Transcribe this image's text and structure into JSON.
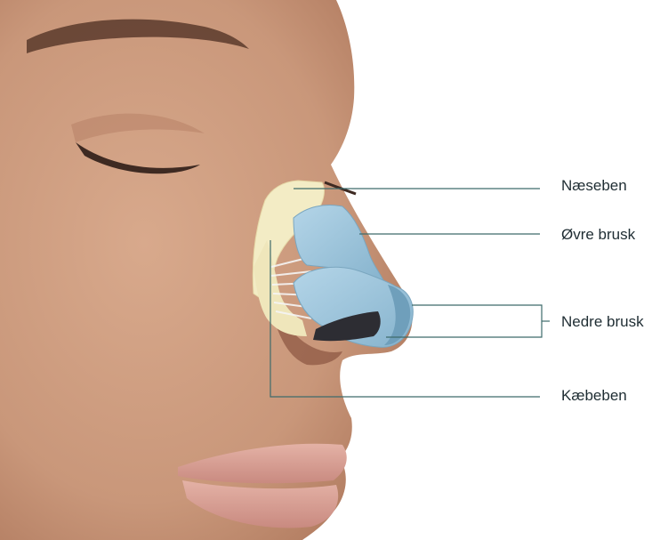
{
  "labels": {
    "nasal_bone": "Næseben",
    "upper_cartilage": "Øvre brusk",
    "lower_cartilage": "Nedre brusk",
    "maxilla": "Kæbeben"
  },
  "colors": {
    "skin": "#cf9f82",
    "skin_shadow": "#a97459",
    "bone": "#f3ecc5",
    "cartilage": "#9cc3d9",
    "cartilage_dark": "#6f9fbb",
    "leader_line": "#3e6b6b",
    "lips": "#d99f95"
  }
}
